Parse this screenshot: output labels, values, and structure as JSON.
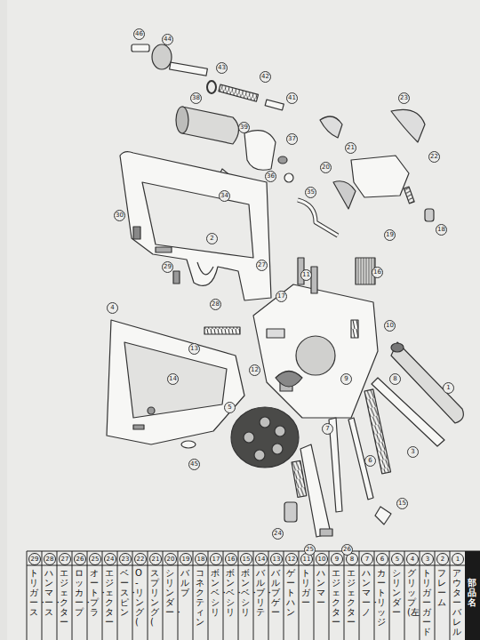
{
  "diagram": {
    "labels": [
      "部品名",
      "1",
      "アウターバレル",
      "2",
      "フレーム",
      "3",
      "トリガーガード",
      "4",
      "グリップ(左",
      "5",
      "シリンダー",
      "6",
      "カートリッジ",
      "7",
      "ハンマー・ノ",
      "8",
      "エジェクター",
      "9",
      "エジェクター",
      "10",
      "ハンマー",
      "11",
      "トリガー",
      "12",
      "ゲート ハン",
      "13",
      "バルブ ゲー",
      "14",
      "バルブ・リテ",
      "15",
      "ボンベ・シリ",
      "16",
      "ボンベ・シリ",
      "17",
      "ボンベ・シリ",
      "18",
      "コネクティン",
      "19",
      "バルブ",
      "20",
      "シリンダー・",
      "21",
      "スプリング(",
      "22",
      "O-リング(",
      "23",
      "ベース・ピン",
      "24",
      "エジェクター",
      "25",
      "オート・プラ",
      "26",
      "ロッカー・プ",
      "27",
      "エジェクター",
      "28",
      "ハンマー・ス",
      "29",
      "トリガー・ス",
      "46",
      "44",
      "43",
      "42",
      "41",
      "38",
      "39",
      "37",
      "36",
      "35",
      "34",
      "30",
      "29",
      "2",
      "27",
      "23",
      "22",
      "21",
      "20",
      "19",
      "18",
      "4",
      "13",
      "14",
      "12",
      "11",
      "16",
      "17",
      "10",
      "9",
      "8",
      "5",
      "7",
      "6",
      "3",
      "1",
      "24",
      "25",
      "26",
      "15",
      "28",
      "45"
    ]
  }
}
